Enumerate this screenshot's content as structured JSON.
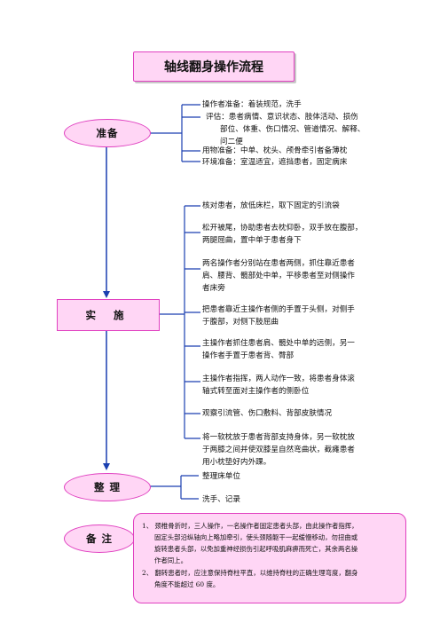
{
  "title": "轴线翻身操作流程",
  "nodes": {
    "prepare": "准备",
    "implement": "实 施",
    "finish": "整 理",
    "note_label": "备 注"
  },
  "prepare_items": [
    " 操作者准备：着装规范，洗手",
    "评估：患者病情、意识状态、肢体活动、损伤",
    "部位、体重、伤口情况、管道情况、解释、",
    "问二便",
    "用物准备：中单、枕头、颅骨牵引者备薄枕",
    "环境准备：室温适宜，遮挡患者，固定病床"
  ],
  "implement_items": [
    "核对患者，放低床栏，取下固定的引流袋",
    "松开被尾，协助患者去枕仰卧，双手放在腹部，",
    "两腿屈曲，置中单于患者身下",
    "两名操作者分别站在患者两侧，抓住靠近患者",
    "肩、腰背、髋部处中单，平移患者至对侧操作",
    "者床旁",
    "把患者靠近主操作者侧的手置于头侧，对侧手",
    "于腹部，对侧下肢屈曲",
    "主操作者抓住患者肩、髋处中单的远侧，另一",
    "操作者手置于患者背、臀部",
    "主操作者指挥，两人动作一致，将患者身体滚",
    "轴式转至面对主操作者的侧卧位",
    " 观察引流管、伤口敷料、背部皮肤情况",
    "将一软枕放于患者背部支持身体，另一软枕放",
    "于两膝之间并使双膝呈自然弯曲状，截瘫患者",
    "用小枕垫好内外踝。"
  ],
  "finish_items": [
    "整理床单位",
    "洗手、记录"
  ],
  "notes": [
    "1、 颈椎骨折时，三人操作，一名操作者固定患者头部，由此操作者指挥，",
    "固定头部沿纵轴向上略加牵引，使头颈随躯干一起缓慢移动，勿扭曲或",
    "旋转患者头部，以免加重神经损伤引起呼吸肌麻痹而死亡，其余两名操",
    "作者同上。",
    "2、 翻转患者时，应注意保持脊柱平直，以维持脊柱的正确生理弯度，翻身",
    "角度不能超过 60 度。"
  ],
  "colors": {
    "fill": "#ffd6f5",
    "border": "#e040c0",
    "connector": "#1a3fb0"
  }
}
